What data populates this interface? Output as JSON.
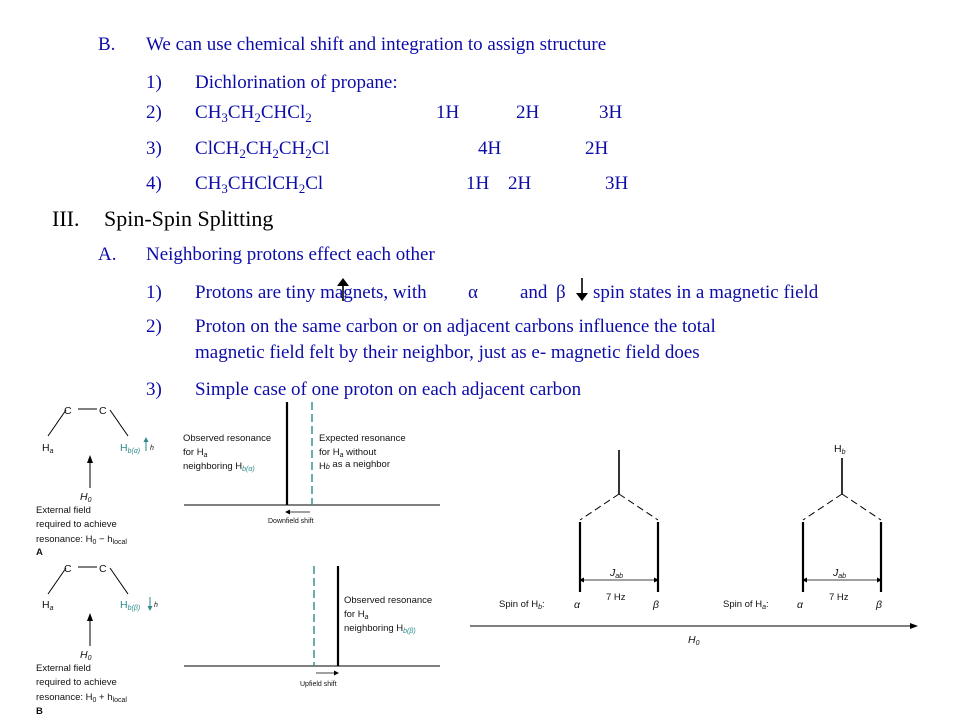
{
  "outline": {
    "b_marker": "B.",
    "b_text": "We can use chemical shift and integration to assign structure",
    "b_items": [
      {
        "num": "1)",
        "text": "Dichlorination of propane:"
      },
      {
        "num": "2)",
        "formula": "CH3CH2CHCl2",
        "ints": [
          "1H",
          "2H",
          "3H"
        ]
      },
      {
        "num": "3)",
        "formula": "ClCH2CH2CH2Cl",
        "ints": [
          "4H",
          "2H"
        ]
      },
      {
        "num": "4)",
        "formula": "CH3CHClCH2Cl",
        "ints": [
          "1H",
          "2H",
          "3H"
        ]
      }
    ],
    "section_num": "III.",
    "section_title": "Spin-Spin Splitting",
    "a_marker": "A.",
    "a_text": "Neighboring protons effect each other",
    "a_items": [
      {
        "num": "1)",
        "t1": "Protons are tiny magnets, with",
        "alpha": "α",
        "t2": "and",
        "beta": "β",
        "t3": "spin states in a magnetic field"
      },
      {
        "num": "2)",
        "line1": "Proton on the same carbon or on adjacent carbons influence the total",
        "line2": "magnetic field felt by their neighbor, just as e- magnetic field does"
      },
      {
        "num": "3)",
        "text": "Simple case of one proton on each adjacent carbon"
      }
    ]
  },
  "figure": {
    "c": "C",
    "ha": "H",
    "ha_sub": "a",
    "hb": "H",
    "hb_alpha_sub": "b(α)",
    "hb_beta_sub": "b(β)",
    "h_small": "h",
    "h0": "H",
    "h0_sub": "0",
    "ext_line1": "External field",
    "ext_line2": "required to achieve",
    "ext_line3_a": "resonance: H",
    "ext_line3_minus": " − h",
    "ext_line3_plus": " + h",
    "local": "local",
    "panel_a": "A",
    "panel_b": "B",
    "obs_line1": "Observed resonance",
    "obs_line2": "for H",
    "obs_line3": "neighboring H",
    "exp_line1": "Expected resonance",
    "exp_line2": "for H",
    "exp_line2b": " without",
    "exp_line3": "H",
    "exp_line3b": " as a neighbor",
    "downfield": "Downfield shift",
    "upfield": "Upfield shift",
    "jab": "J",
    "jab_sub": "ab",
    "hz": "7 Hz",
    "spin_hb": "Spin of H",
    "spin_hb_sub": "b",
    "spin_ha": "Spin of H",
    "spin_ha_sub": "a",
    "colon": ":",
    "alpha": "α",
    "beta": "β"
  }
}
